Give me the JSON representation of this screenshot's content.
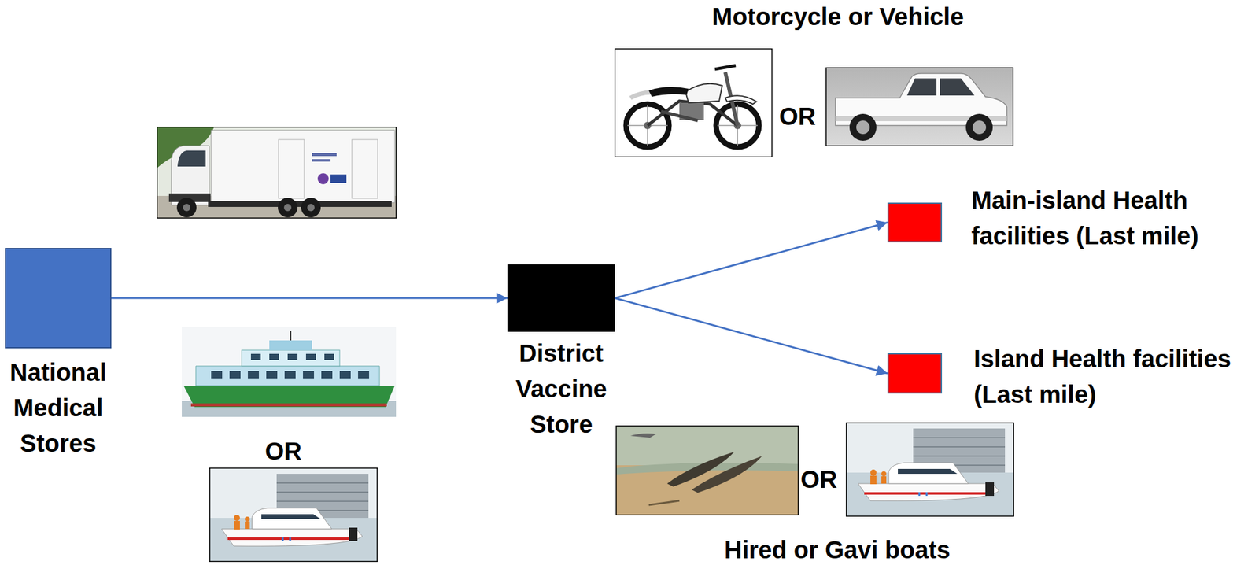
{
  "diagram": {
    "nodes": [
      {
        "text": [
          "National Medical Stores"
        ]
      },
      {
        "text": [
          "District Vaccine Store"
        ]
      },
      {
        "text": [
          "Main-island Health facilities (Last mile)"
        ]
      },
      {
        "text": [
          "Island Health facilities (Last mile)"
        ]
      }
    ],
    "edges": [
      {
        "from": 0,
        "to": 1,
        "arrow": "to"
      },
      {
        "from": 1,
        "to": 2,
        "arrow": "to"
      },
      {
        "from": 1,
        "to": 3,
        "arrow": "to"
      }
    ],
    "labels": [
      "Motorcycle or Vehicle",
      "OR",
      "OR",
      "OR",
      "Hired or Gavi boats"
    ]
  }
}
